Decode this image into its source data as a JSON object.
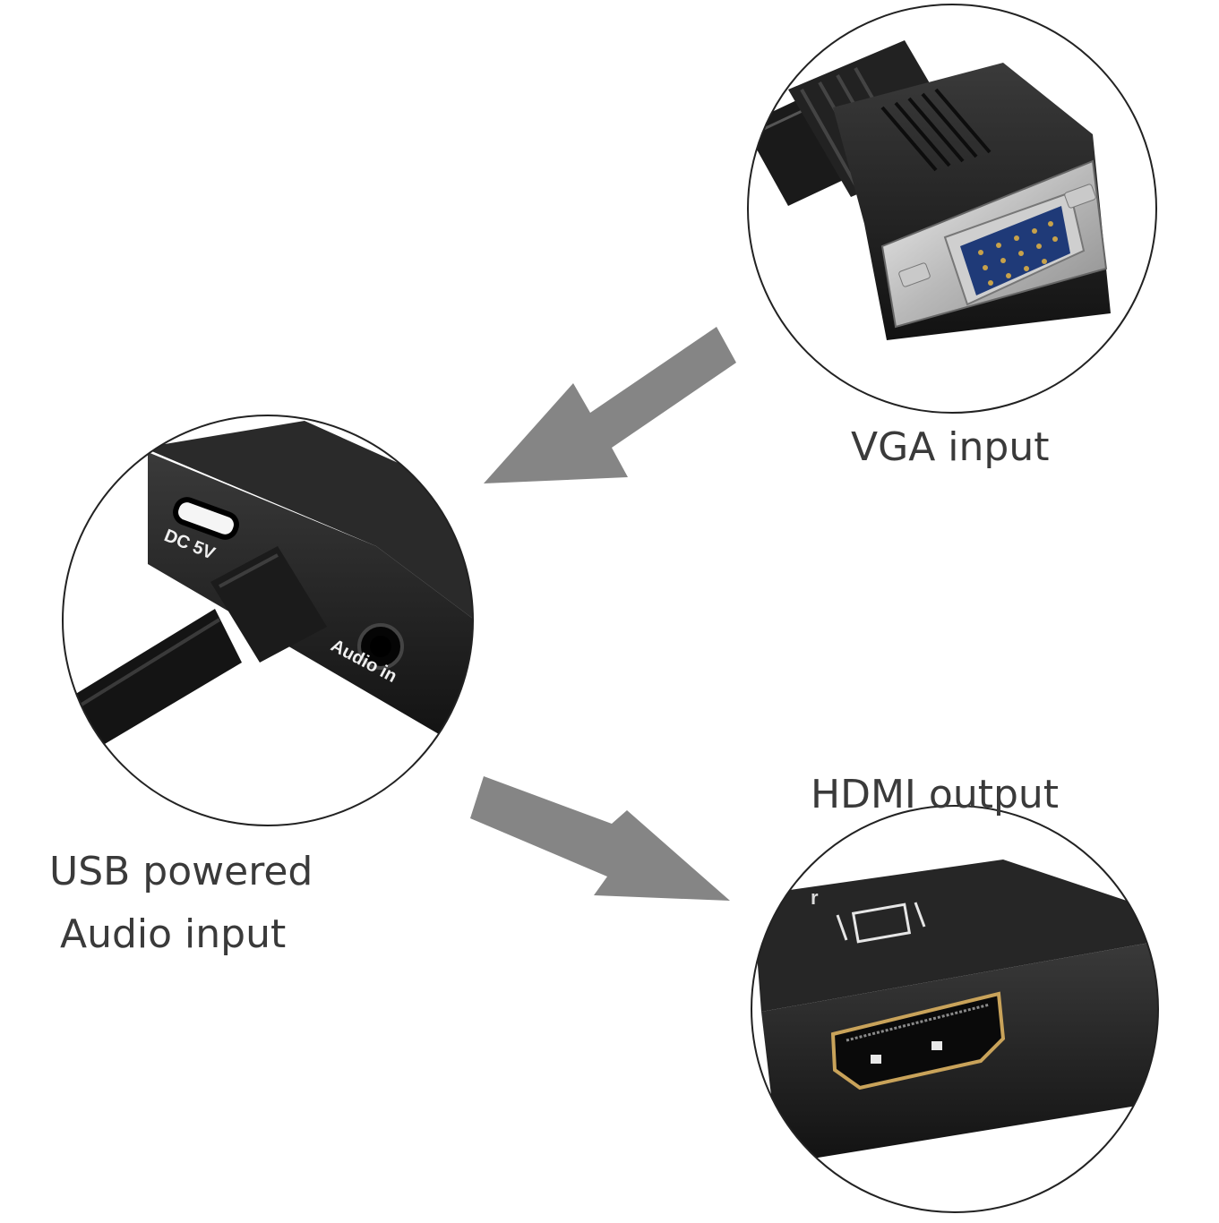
{
  "captions": {
    "vga": "VGA input",
    "hdmi": "HDMI output",
    "usb_line1": "USB powered",
    "usb_line2": "Audio input"
  },
  "device_labels": {
    "dc": "DC 5V",
    "audio": "Audio in"
  },
  "colors": {
    "arrow": "#858585",
    "device_body": "#1c1c1c",
    "vga_pins": "#1f3a78",
    "caption_text": "#3a3a3a",
    "circle_outline": "#222222"
  }
}
